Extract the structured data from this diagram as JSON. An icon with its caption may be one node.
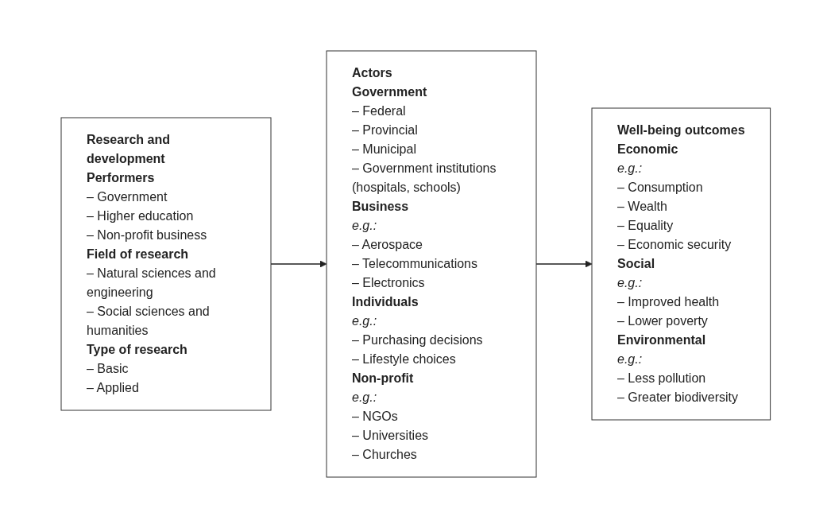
{
  "diagram": {
    "nodes": [
      {
        "text": [
          "Research and development",
          "Performers",
          "– Government",
          "– Higher education",
          "– Non-profit business",
          "Field of research",
          "– Natural sciences and engineering",
          "– Social sciences and humanities",
          "Type of research",
          "– Basic",
          "– Applied"
        ]
      },
      {
        "text": [
          "Actors",
          "Government",
          "– Federal",
          "– Provincial",
          "– Municipal",
          "– Government institutions (hospitals, schools)",
          "Business",
          "e.g.:",
          "– Aerospace",
          "– Telecommunications",
          "– Electronics",
          "Individuals",
          "e.g.:",
          "– Purchasing decisions",
          "– Lifestyle choices",
          "Non-profit",
          "e.g.:",
          "– NGOs",
          "– Universities",
          "– Churches"
        ]
      },
      {
        "text": [
          "Well-being outcomes",
          "Economic",
          "e.g.:",
          "– Consumption",
          "– Wealth",
          "– Equality",
          "– Economic security",
          "Social",
          "e.g.:",
          "– Improved health",
          "– Lower poverty",
          "Environmental",
          "e.g.:",
          "– Less pollution",
          "– Greater biodiversity"
        ]
      }
    ],
    "edges": [
      {
        "from": 0,
        "to": 1,
        "arrow": "to"
      },
      {
        "from": 1,
        "to": 2,
        "arrow": "to"
      }
    ]
  }
}
